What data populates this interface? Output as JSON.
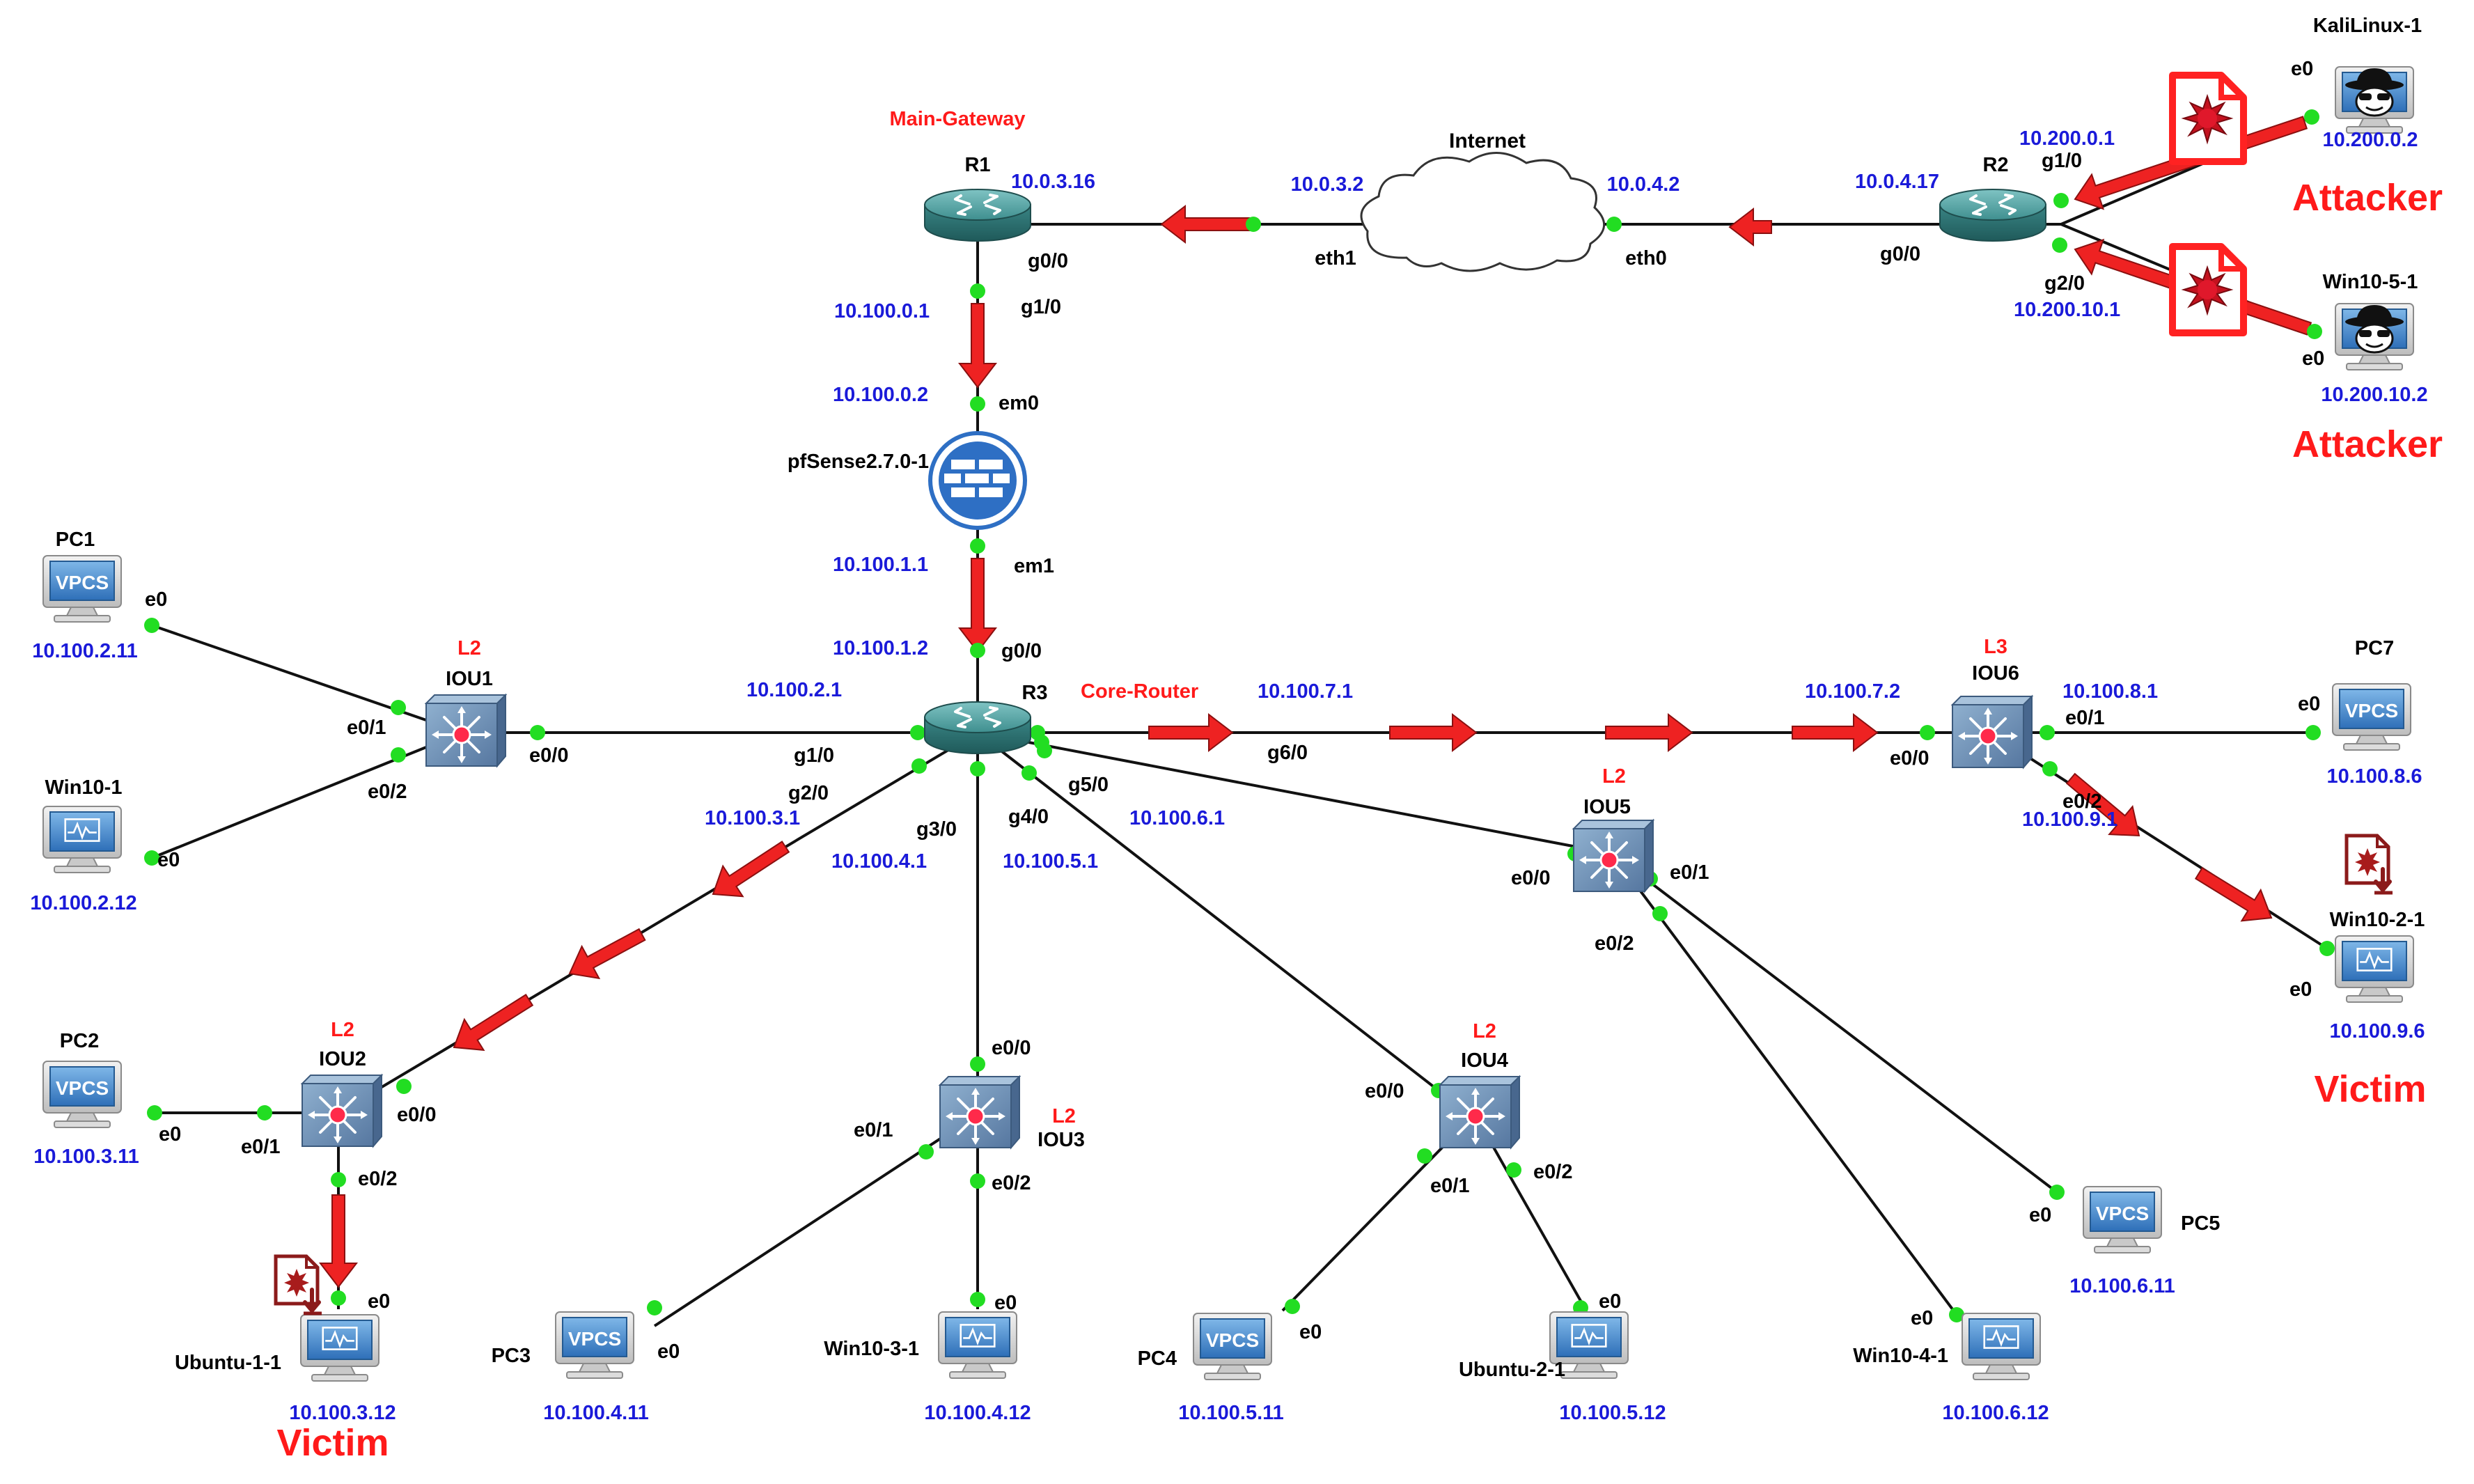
{
  "colors": {
    "link": "#111111",
    "port_dot": "#22dd22",
    "ip_text": "#1a1ad9",
    "alert": "#ff1a1a",
    "router": "#3f8f8f",
    "switch": "#6d8db0",
    "firewall": "#2e6fc4",
    "arrow": "#ee2222"
  },
  "router_labels": {
    "r1": "R1",
    "r2": "R2",
    "r3": "R3"
  },
  "router_roles": {
    "r1": "Main-Gateway",
    "r3": "Core-Router"
  },
  "internet": {
    "label": "Internet",
    "left_port": "eth1",
    "right_port": "eth0",
    "left_ip": "10.0.3.2",
    "right_ip": "10.0.4.2"
  },
  "firewall": {
    "label": "pfSense2.7.0-1",
    "in_port": "em0",
    "out_port": "em1",
    "in_ip": "10.100.0.2",
    "out_ip": "10.100.1.1"
  },
  "r1_ports": {
    "wan_ip": "10.0.3.16",
    "g0": "g0/0",
    "g1": "g1/0",
    "g1_ip": "10.100.0.1"
  },
  "r2_ports": {
    "g0": "g0/0",
    "g0_ip": "10.0.4.17",
    "g1": "g1/0",
    "g1_ip": "10.200.0.1",
    "g2": "g2/0",
    "g2_ip": "10.200.10.1"
  },
  "r3_ports": {
    "g0": "g0/0",
    "g0_ip": "10.100.1.2",
    "g1": "g1/0",
    "g1_ip": "10.100.2.1",
    "g2": "g2/0",
    "g2_ip": "10.100.3.1",
    "g3": "g3/0",
    "g3_ip": "10.100.4.1",
    "g4": "g4/0",
    "g4_ip": "10.100.5.1",
    "g5": "g5/0",
    "g5_ip": "10.100.6.1",
    "g6": "g6/0",
    "g6_ip": "10.100.7.1"
  },
  "switches": {
    "iou1": {
      "name": "IOU1",
      "layer": "L2",
      "p0": "e0/0",
      "p1": "e0/1",
      "p2": "e0/2"
    },
    "iou2": {
      "name": "IOU2",
      "layer": "L2",
      "p0": "e0/0",
      "p1": "e0/1",
      "p2": "e0/2"
    },
    "iou3": {
      "name": "IOU3",
      "layer": "L2",
      "p0": "e0/0",
      "p1": "e0/1",
      "p2": "e0/2"
    },
    "iou4": {
      "name": "IOU4",
      "layer": "L2",
      "p0": "e0/0",
      "p1": "e0/1",
      "p2": "e0/2"
    },
    "iou5": {
      "name": "IOU5",
      "layer": "L2",
      "p0": "e0/0",
      "p1": "e0/1",
      "p2": "e0/2"
    },
    "iou6": {
      "name": "IOU6",
      "layer": "L3",
      "p0": "e0/0",
      "p1": "e0/1",
      "p2": "e0/2",
      "p0_ip": "10.100.7.2",
      "p1_ip": "10.100.8.1",
      "p2_ip": "10.100.9.1"
    }
  },
  "hosts": {
    "pc1": {
      "name": "PC1",
      "ip": "10.100.2.11",
      "port": "e0",
      "screen": "VPCS"
    },
    "win10_1": {
      "name": "Win10-1",
      "ip": "10.100.2.12",
      "port": "e0"
    },
    "pc2": {
      "name": "PC2",
      "ip": "10.100.3.11",
      "port": "e0",
      "screen": "VPCS"
    },
    "ubuntu_1_1": {
      "name": "Ubuntu-1-1",
      "ip": "10.100.3.12",
      "port": "e0"
    },
    "pc3": {
      "name": "PC3",
      "ip": "10.100.4.11",
      "port": "e0",
      "screen": "VPCS"
    },
    "win10_3_1": {
      "name": "Win10-3-1",
      "ip": "10.100.4.12",
      "port": "e0"
    },
    "pc4": {
      "name": "PC4",
      "ip": "10.100.5.11",
      "port": "e0",
      "screen": "VPCS"
    },
    "ubuntu_2_1": {
      "name": "Ubuntu-2-1",
      "ip": "10.100.5.12",
      "port": "e0"
    },
    "pc5": {
      "name": "PC5",
      "ip": "10.100.6.11",
      "port": "e0",
      "screen": "VPCS"
    },
    "win10_4_1": {
      "name": "Win10-4-1",
      "ip": "10.100.6.12",
      "port": "e0"
    },
    "pc7": {
      "name": "PC7",
      "ip": "10.100.8.6",
      "port": "e0",
      "screen": "VPCS"
    },
    "win10_2_1": {
      "name": "Win10-2-1",
      "ip": "10.100.9.6",
      "port": "e0"
    },
    "kali": {
      "name": "KaliLinux-1",
      "ip": "10.200.0.2",
      "port": "e0"
    },
    "win10_5_1": {
      "name": "Win10-5-1",
      "ip": "10.200.10.2",
      "port": "e0"
    }
  },
  "tags": {
    "attacker": "Attacker",
    "victim": "Victim"
  }
}
